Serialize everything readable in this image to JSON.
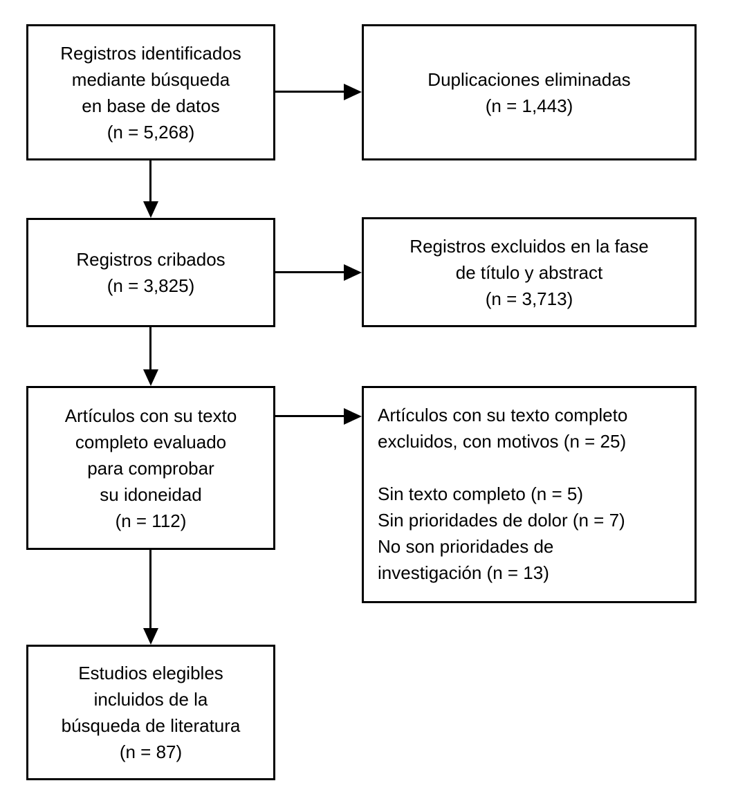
{
  "colors": {
    "box_border": "#000000",
    "box_fill": "#ffffff",
    "text": "#000000",
    "arrow": "#000000",
    "page_background": "#ffffff"
  },
  "boxes": {
    "identified": {
      "text": "Registros identificados\nmediante búsqueda\nen base de datos\n(n = 5,268)",
      "n": "5,268"
    },
    "duplicates_removed": {
      "text": "Duplicaciones eliminadas\n(n = 1,443)",
      "n": "1,443"
    },
    "screened": {
      "text": "Registros cribados\n(n = 3,825)",
      "n": "3,825"
    },
    "excluded_title_abstract": {
      "text": "Registros excluidos en la fase\nde título y abstract\n(n = 3,713)",
      "n": "3,713"
    },
    "fulltext_assessed": {
      "text": "Artículos con su texto\ncompleto evaluado\npara comprobar\nsu idoneidad\n(n = 112)",
      "n": "112"
    },
    "fulltext_excluded": {
      "text": "Artículos con su texto completo\nexcluidos, con motivos (n = 25)\n\nSin texto completo (n = 5)\nSin prioridades de dolor (n = 7)\nNo son prioridades de\ninvestigación (n = 13)",
      "n": "25"
    },
    "included": {
      "text": "Estudios elegibles\nincluidos de la\nbúsqueda de literatura\n(n = 87)",
      "n": "87"
    }
  }
}
